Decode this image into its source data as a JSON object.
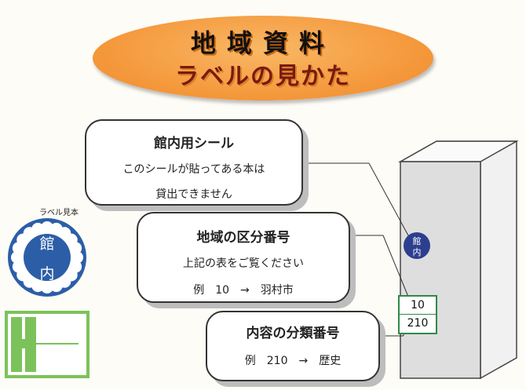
{
  "title": {
    "line1": "地域資料",
    "line2": "ラベルの見かた"
  },
  "callouts": [
    {
      "heading": "館内用シール",
      "lines": [
        "このシールが貼ってある本は",
        "貸出できません"
      ]
    },
    {
      "heading": "地域の区分番号",
      "lines": [
        "上記の表をご覧ください",
        "例　10　→　羽村市"
      ]
    },
    {
      "heading": "内容の分類番号",
      "lines": [
        "例　210　→　歴史"
      ]
    }
  ],
  "sample": {
    "caption": "ラベル見本",
    "badge_chars": [
      "館",
      "内"
    ]
  },
  "book": {
    "badge_chars": [
      "館",
      "内"
    ],
    "label_top": "10",
    "label_bottom": "210"
  },
  "colors": {
    "title_orange": "#f59a3e",
    "badge_blue": "#2c5ea8",
    "label_green": "#7cc25a",
    "book_spine_gray": "#d9d9d9"
  }
}
